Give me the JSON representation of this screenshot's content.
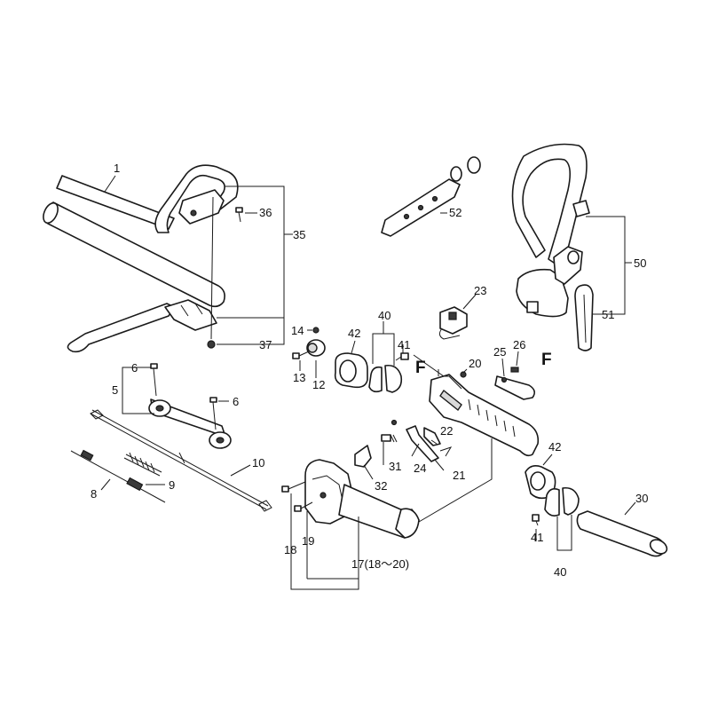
{
  "callouts": {
    "c1": "1",
    "c5": "5",
    "c6a": "6",
    "c6b": "6",
    "c8": "8",
    "c9": "9",
    "c10": "10",
    "c12": "12",
    "c13": "13",
    "c14": "14",
    "c17": "17(18～20)",
    "c18": "18",
    "c19": "19",
    "c20": "20",
    "c21": "21",
    "c22": "22",
    "c23": "23",
    "c24": "24",
    "c25": "25",
    "c26": "26",
    "c30": "30",
    "c31": "31",
    "c32": "32",
    "c35": "35",
    "c36": "36",
    "c37": "37",
    "c40a": "40",
    "c40b": "40",
    "c41a": "41",
    "c41b": "41",
    "c42a": "42",
    "c42b": "42",
    "c50": "50",
    "c51": "51",
    "c52": "52",
    "fa": "F",
    "fb": "F"
  }
}
